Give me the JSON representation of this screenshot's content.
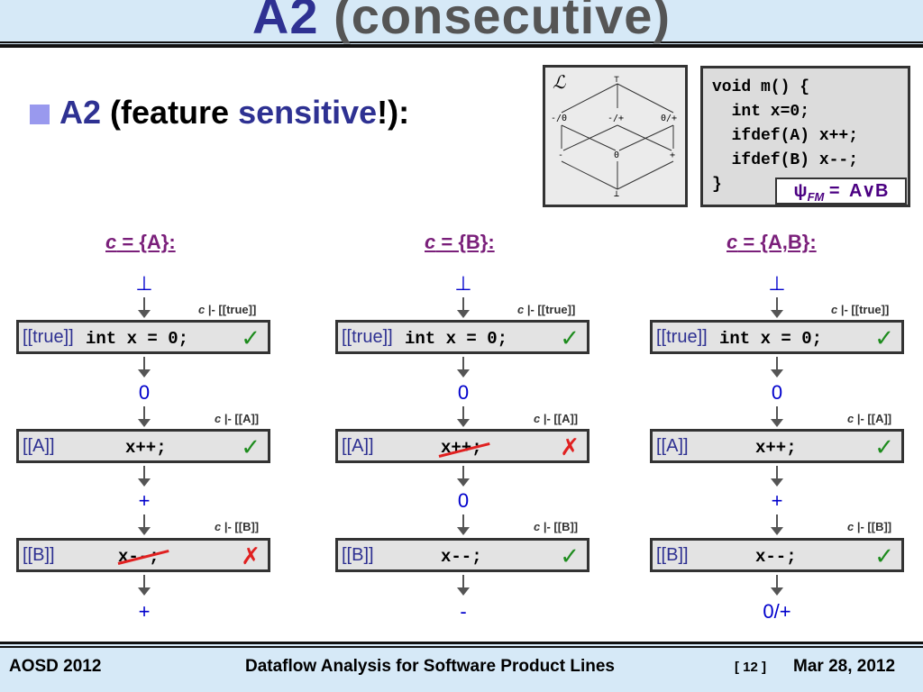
{
  "title": {
    "a2": "A2",
    "rest": "(consecutive)"
  },
  "bullet": {
    "a2": "A2",
    "open": "(feature ",
    "sensitive": "sensitive",
    "close": "!):"
  },
  "lattice": {
    "symbol": "ℒ",
    "top": "⊤",
    "bottom": "⊥",
    "l1": "-/0",
    "l2": "-/+",
    "l3": "0/+",
    "m1": "-",
    "m2": "0",
    "m3": "+"
  },
  "code_lines": [
    "void m() {",
    "  int x=0;",
    "  ifdef(A) x++;",
    "  ifdef(B) x--;",
    "}"
  ],
  "psi": {
    "psi": "ψ",
    "sub": "FM",
    "eq": " =  A∨B"
  },
  "columns": [
    {
      "c": "c",
      "rest": " = {A}:",
      "n0": "⊥",
      "n1": "0",
      "n2": "+",
      "n3": "+",
      "s1": {
        "ctx": "[[true]]",
        "code": "int x = 0;",
        "mark": "✓"
      },
      "s2": {
        "ctx": "[[A]]",
        "code": "x++;",
        "mark": "✓"
      },
      "s3": {
        "ctx": "[[B]]",
        "code": "x--;",
        "mark": "✗"
      }
    },
    {
      "c": "c",
      "rest": " = {B}:",
      "n0": "⊥",
      "n1": "0",
      "n2": "0",
      "n3": "-",
      "s1": {
        "ctx": "[[true]]",
        "code": "int x = 0;",
        "mark": "✓"
      },
      "s2": {
        "ctx": "[[A]]",
        "code": "x++;",
        "mark": "✗"
      },
      "s3": {
        "ctx": "[[B]]",
        "code": "x--;",
        "mark": "✓"
      }
    },
    {
      "c": "c",
      "rest": " = {A,B}:",
      "n0": "⊥",
      "n1": "0",
      "n2": "+",
      "n3": "0/+",
      "s1": {
        "ctx": "[[true]]",
        "code": "int x = 0;",
        "mark": "✓"
      },
      "s2": {
        "ctx": "[[A]]",
        "code": "x++;",
        "mark": "✓"
      },
      "s3": {
        "ctx": "[[B]]",
        "code": "x--;",
        "mark": "✓"
      }
    }
  ],
  "conds": {
    "c": "c",
    "t": " |- [[true]]",
    "a": " |- [[A]]",
    "b": " |- [[B]]"
  },
  "footer": {
    "left": "AOSD 2012",
    "center": "Dataflow Analysis for Software Product Lines",
    "page": "[ 12 ]",
    "date": "Mar 28, 2012"
  }
}
